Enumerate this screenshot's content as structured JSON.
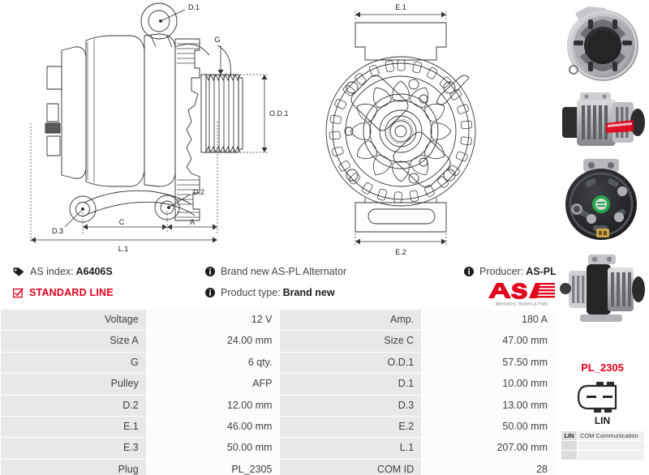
{
  "info": {
    "as_index_label": "AS index:",
    "as_index_value": "A6406S",
    "standard_line": "STANDARD LINE",
    "brand_new_text": "Brand new AS-PL Alternator",
    "product_type_label": "Product type:",
    "product_type_value": "Brand new",
    "producer_label": "Producer:",
    "producer_value": "AS-PL",
    "icons": {
      "tag": "tag-icon",
      "check": "checkbox-checked-icon",
      "info": "info-circle-icon"
    }
  },
  "logo": {
    "mark": "AS",
    "tagline": "Alternators, Starters & Parts",
    "color": "#e3001b"
  },
  "spec_table": {
    "rows": [
      {
        "l1": "Voltage",
        "v1": "12 V",
        "l2": "Amp.",
        "v2": "180 A"
      },
      {
        "l1": "Size A",
        "v1": "24.00 mm",
        "l2": "Size C",
        "v2": "47.00 mm"
      },
      {
        "l1": "G",
        "v1": "6 qty.",
        "l2": "O.D.1",
        "v2": "57.50 mm"
      },
      {
        "l1": "Pulley",
        "v1": "AFP",
        "l2": "D.1",
        "v2": "10.00 mm"
      },
      {
        "l1": "D.2",
        "v1": "12.00 mm",
        "l2": "D.3",
        "v2": "13.00 mm"
      },
      {
        "l1": "E.1",
        "v1": "46.00 mm",
        "l2": "E.2",
        "v2": "50.00 mm"
      },
      {
        "l1": "E.3",
        "v1": "50.00 mm",
        "l2": "L.1",
        "v2": "207.00 mm"
      },
      {
        "l1": "Plug",
        "v1": "PL_2305",
        "l2": "COM ID",
        "v2": "28"
      }
    ]
  },
  "drawing_labels": {
    "d1": "D.1",
    "d2": "D.2",
    "d3": "D.3",
    "g": "G",
    "od1": "O.D.1",
    "a": "A",
    "c": "C",
    "l1": "L.1",
    "e1": "E.1",
    "e2": "E.2"
  },
  "plug": {
    "code": "PL_2305",
    "name": "LIN",
    "pins": [
      {
        "key": "LIN",
        "desc": "COM Communication"
      },
      {
        "key": "",
        "desc": ""
      },
      {
        "key": "",
        "desc": ""
      }
    ]
  },
  "photos": [
    {
      "name": "alternator-front-view"
    },
    {
      "name": "alternator-side-view"
    },
    {
      "name": "alternator-rear-view"
    },
    {
      "name": "alternator-profile-view"
    }
  ]
}
